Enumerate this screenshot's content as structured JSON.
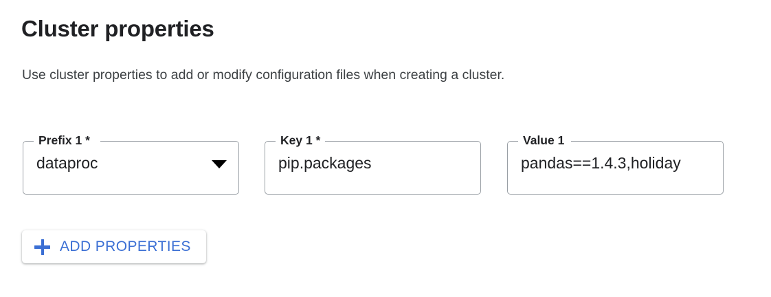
{
  "section": {
    "title": "Cluster properties",
    "description": "Use cluster properties to add or modify configuration files when creating a cluster."
  },
  "form": {
    "fields": [
      {
        "name": "prefix",
        "label": "Prefix 1 *",
        "value": "dataproc",
        "control": "select",
        "icon": "dropdown-arrow-icon",
        "required": true
      },
      {
        "name": "key",
        "label": "Key 1 *",
        "value": "pip.packages",
        "control": "text",
        "required": true
      },
      {
        "name": "value",
        "label": "Value 1",
        "value": "pandas==1.4.3,holiday",
        "control": "text",
        "required": false
      }
    ]
  },
  "actions": {
    "add_properties": {
      "label": "ADD PROPERTIES",
      "icon": "plus-icon"
    }
  },
  "colors": {
    "accent": "#3b6fd4",
    "text_primary": "#202124",
    "text_secondary": "#3c4043",
    "field_border": "#9aa0a6",
    "background": "#ffffff"
  }
}
